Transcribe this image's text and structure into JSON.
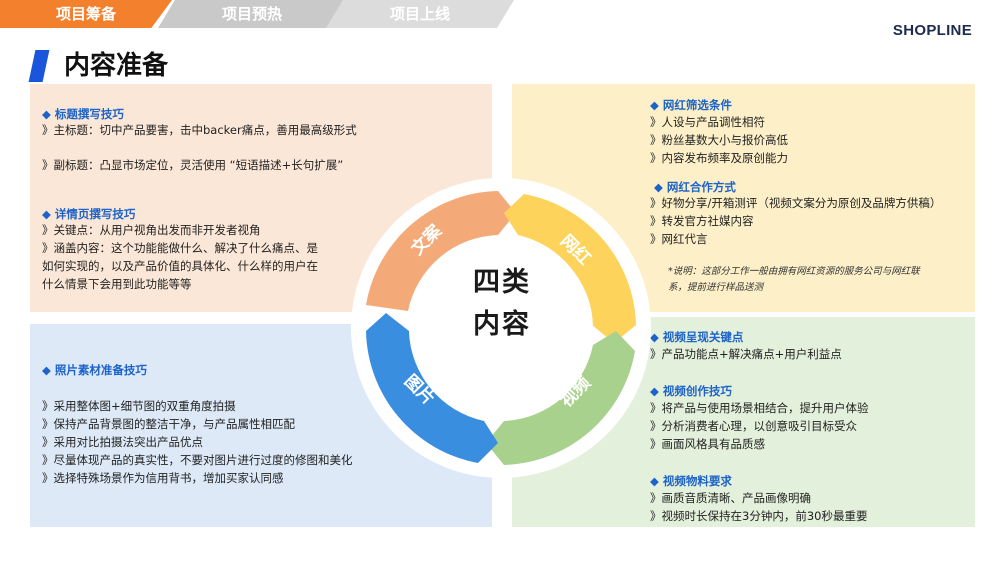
{
  "tabs": [
    "项目筹备",
    "项目预热",
    "项目上线"
  ],
  "logo": "SHOPLINE",
  "page_title": "内容准备",
  "center": {
    "line1": "四类",
    "line2": "内容"
  },
  "segments": {
    "copy": "文案",
    "influencer": "网红",
    "video": "视频",
    "photo": "图片"
  },
  "colors": {
    "copy": "#f4aa78",
    "influencer": "#fdd35c",
    "video": "#a9d18e",
    "photo": "#3a8ee0",
    "heading": "#1d63c8",
    "accent": "#f3802c"
  },
  "copywriting": {
    "title_heading": "◆ 标题撰写技巧",
    "title_lines": [
      "》主标题：切中产品要害，击中backer痛点，善用最高级形式",
      "》副标题：凸显市场定位，灵活使用 “短语描述+长句扩展”"
    ],
    "detail_heading": "◆ 详情页撰写技巧",
    "detail_lines": [
      "》关键点：从用户视角出发而非开发者视角",
      "》涵盖内容：这个功能能做什么、解决了什么痛点、是",
      "如何实现的，以及产品价值的具体化、什么样的用户在",
      "什么情景下会用到此功能等等"
    ]
  },
  "influencer": {
    "filter_heading": "◆ 网红筛选条件",
    "filter_lines": [
      "》人设与产品调性相符",
      "》粉丝基数大小与报价高低",
      "》内容发布频率及原创能力"
    ],
    "coop_heading": "◆ 网红合作方式",
    "coop_lines": [
      "》好物分享/开箱测评（视频文案分为原创及品牌方供稿）",
      "》转发官方社媒内容",
      "》网红代言"
    ],
    "note_lines": [
      "*说明：这部分工作一般由拥有网红资源的服务公司与网红联",
      "系，提前进行样品送测"
    ]
  },
  "photo": {
    "heading": "◆ 照片素材准备技巧",
    "lines": [
      "》采用整体图+细节图的双重角度拍摄",
      "》保持产品背景图的整洁干净，与产品属性相匹配",
      "》采用对比拍摄法突出产品优点",
      "》尽量体现产品的真实性，不要对图片进行过度的修图和美化",
      "》选择特殊场景作为信用背书，增加买家认同感"
    ]
  },
  "video": {
    "key_heading": "◆ 视频呈现关键点",
    "key_lines": [
      "》产品功能点+解决痛点+用户利益点"
    ],
    "create_heading": "◆ 视频创作技巧",
    "create_lines": [
      "》将产品与使用场景相结合，提升用户体验",
      "》分析消费者心理，以创意吸引目标受众",
      "》画面风格具有品质感"
    ],
    "material_heading": "◆ 视频物料要求",
    "material_lines": [
      "》画质音质清晰、产品画像明确",
      "》视频时长保持在3分钟内，前30秒最重要"
    ]
  }
}
